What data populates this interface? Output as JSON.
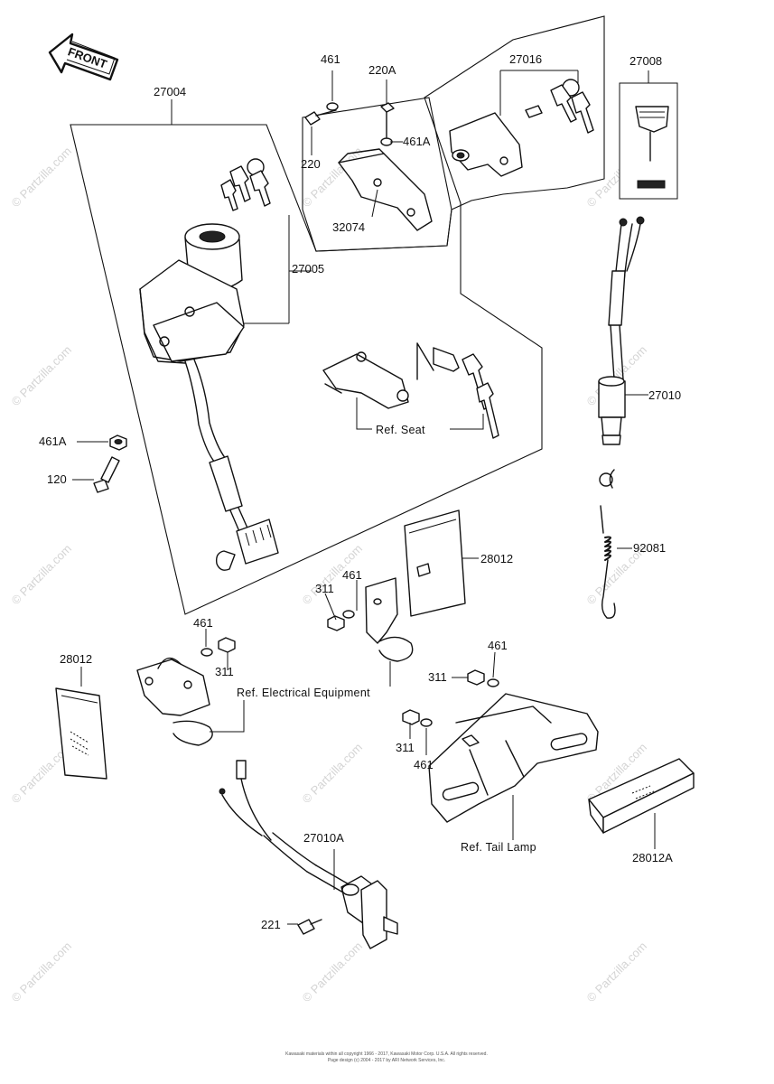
{
  "front_label": "FRONT",
  "watermark": "© Partzilla.com",
  "footer": {
    "line1": "Kawasaki materials within all copyright 1966 - 2017, Kawasaki Motor Corp. U.S.A. All rights reserved.",
    "line2": "Page design (c) 2004 - 2017 by ARI Network Services, Inc."
  },
  "parts": {
    "p27004": "27004",
    "p27005": "27005",
    "p461_top": "461",
    "p220A": "220A",
    "p461A_top": "461A",
    "p220": "220",
    "p32074": "32074",
    "p27016": "27016",
    "p27008": "27008",
    "p27010": "27010",
    "p461A_left": "461A",
    "p120": "120",
    "p92081": "92081",
    "p28012_mid": "28012",
    "p461_mid": "461",
    "p311_mid": "311",
    "p461_left": "461",
    "p28012_left": "28012",
    "p311_left": "311",
    "p461_right": "461",
    "p311_right": "311",
    "p311_right2": "311",
    "p461_right2": "461",
    "p27010A": "27010A",
    "p221": "221",
    "p28012A": "28012A"
  },
  "references": {
    "seat": "Ref. Seat",
    "electrical": "Ref. Electrical Equipment",
    "tail_lamp": "Ref. Tail Lamp"
  }
}
